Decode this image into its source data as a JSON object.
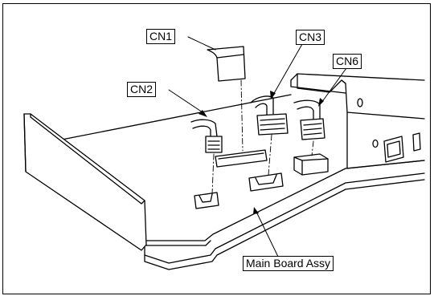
{
  "labels": {
    "cn1": "CN1",
    "cn2": "CN2",
    "cn3": "CN3",
    "cn6": "CN6",
    "main_board": "Main Board Assy"
  }
}
